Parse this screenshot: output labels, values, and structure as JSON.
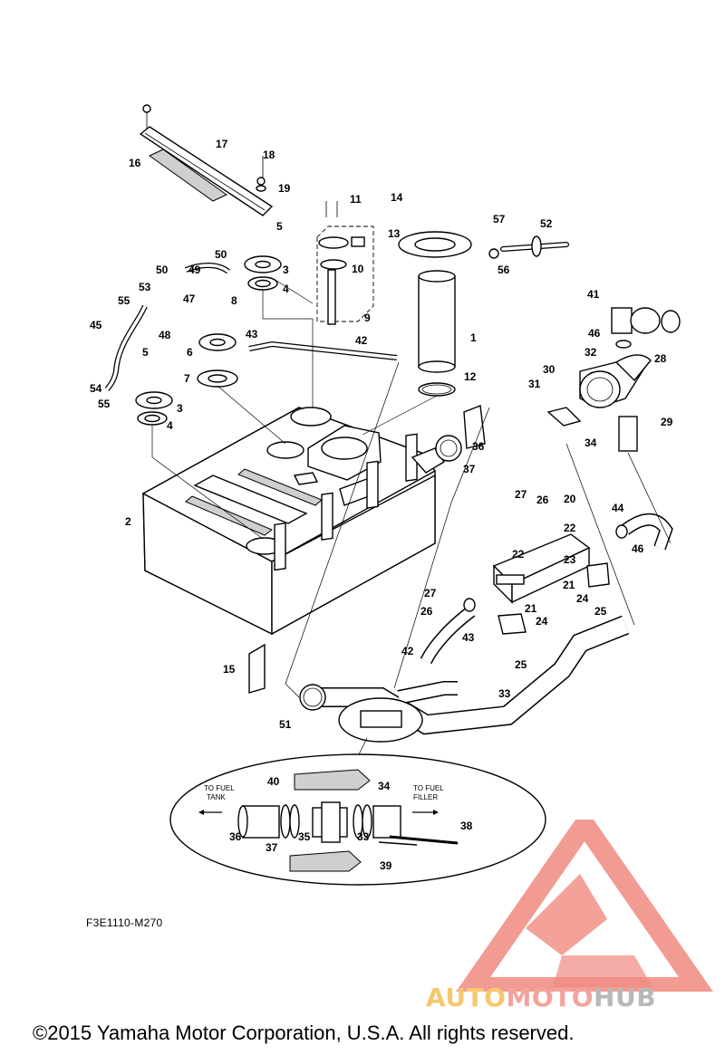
{
  "diagram": {
    "callouts": [
      "1",
      "2",
      "3",
      "4",
      "5",
      "6",
      "7",
      "8",
      "9",
      "10",
      "11",
      "12",
      "13",
      "14",
      "15",
      "16",
      "17",
      "18",
      "19",
      "20",
      "21",
      "22",
      "23",
      "24",
      "25",
      "26",
      "27",
      "28",
      "29",
      "30",
      "31",
      "32",
      "33",
      "34",
      "35",
      "36",
      "37",
      "38",
      "39",
      "40",
      "41",
      "42",
      "43",
      "44",
      "45",
      "46",
      "47",
      "48",
      "49",
      "50",
      "51",
      "52",
      "53",
      "54",
      "55",
      "56",
      "57"
    ],
    "detail_labels": {
      "to_fuel_tank_line1": "TO FUEL",
      "to_fuel_tank_line2": "TANK",
      "to_fuel_filler_line1": "TO FUEL",
      "to_fuel_filler_line2": "FILLER"
    },
    "code": "F3E1110-M270"
  },
  "footer": {
    "copyright": "©2015 Yamaha Motor Corporation, U.S.A. All rights reserved."
  },
  "watermark": {
    "part1": "AUTO",
    "part2": "MOTO",
    "part3": "HUB",
    "colors": {
      "auto": "#f6c76e",
      "moto": "#f4a39c",
      "hub": "#b8b8b8",
      "triangle": "#f08a80"
    }
  }
}
